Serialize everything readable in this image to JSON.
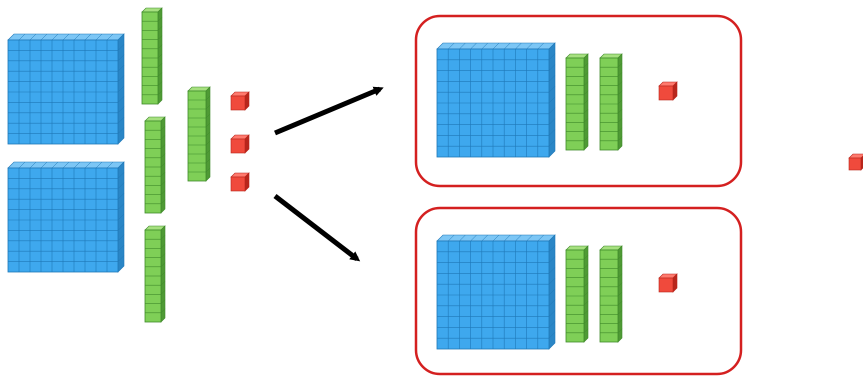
{
  "colors": {
    "hundred_face": "#3ea8ee",
    "hundred_top": "#7cc6f5",
    "hundred_side": "#2a86c6",
    "hundred_grid": "#1f78b8",
    "ten_face": "#7fcf57",
    "ten_side": "#4f9a35",
    "ten_top": "#a6e07f",
    "ten_grid": "#3f8a2a",
    "unit_face": "#f04a3c",
    "unit_side": "#b8261c",
    "unit_top": "#ff7a6e",
    "group_border": "#d42020",
    "arrow": "#000000"
  },
  "icons": {
    "hundred": "hundred-flat-icon",
    "ten": "ten-rod-icon",
    "unit": "unit-cube-icon",
    "arrow": "arrow-right-icon"
  },
  "source_group": {
    "hundreds": 2,
    "tens": 4,
    "ones": 3
  },
  "split_groups": [
    {
      "hundreds": 1,
      "tens": 2,
      "ones": 1
    },
    {
      "hundreds": 1,
      "tens": 2,
      "ones": 1
    }
  ],
  "stray": {
    "ones": 1
  }
}
